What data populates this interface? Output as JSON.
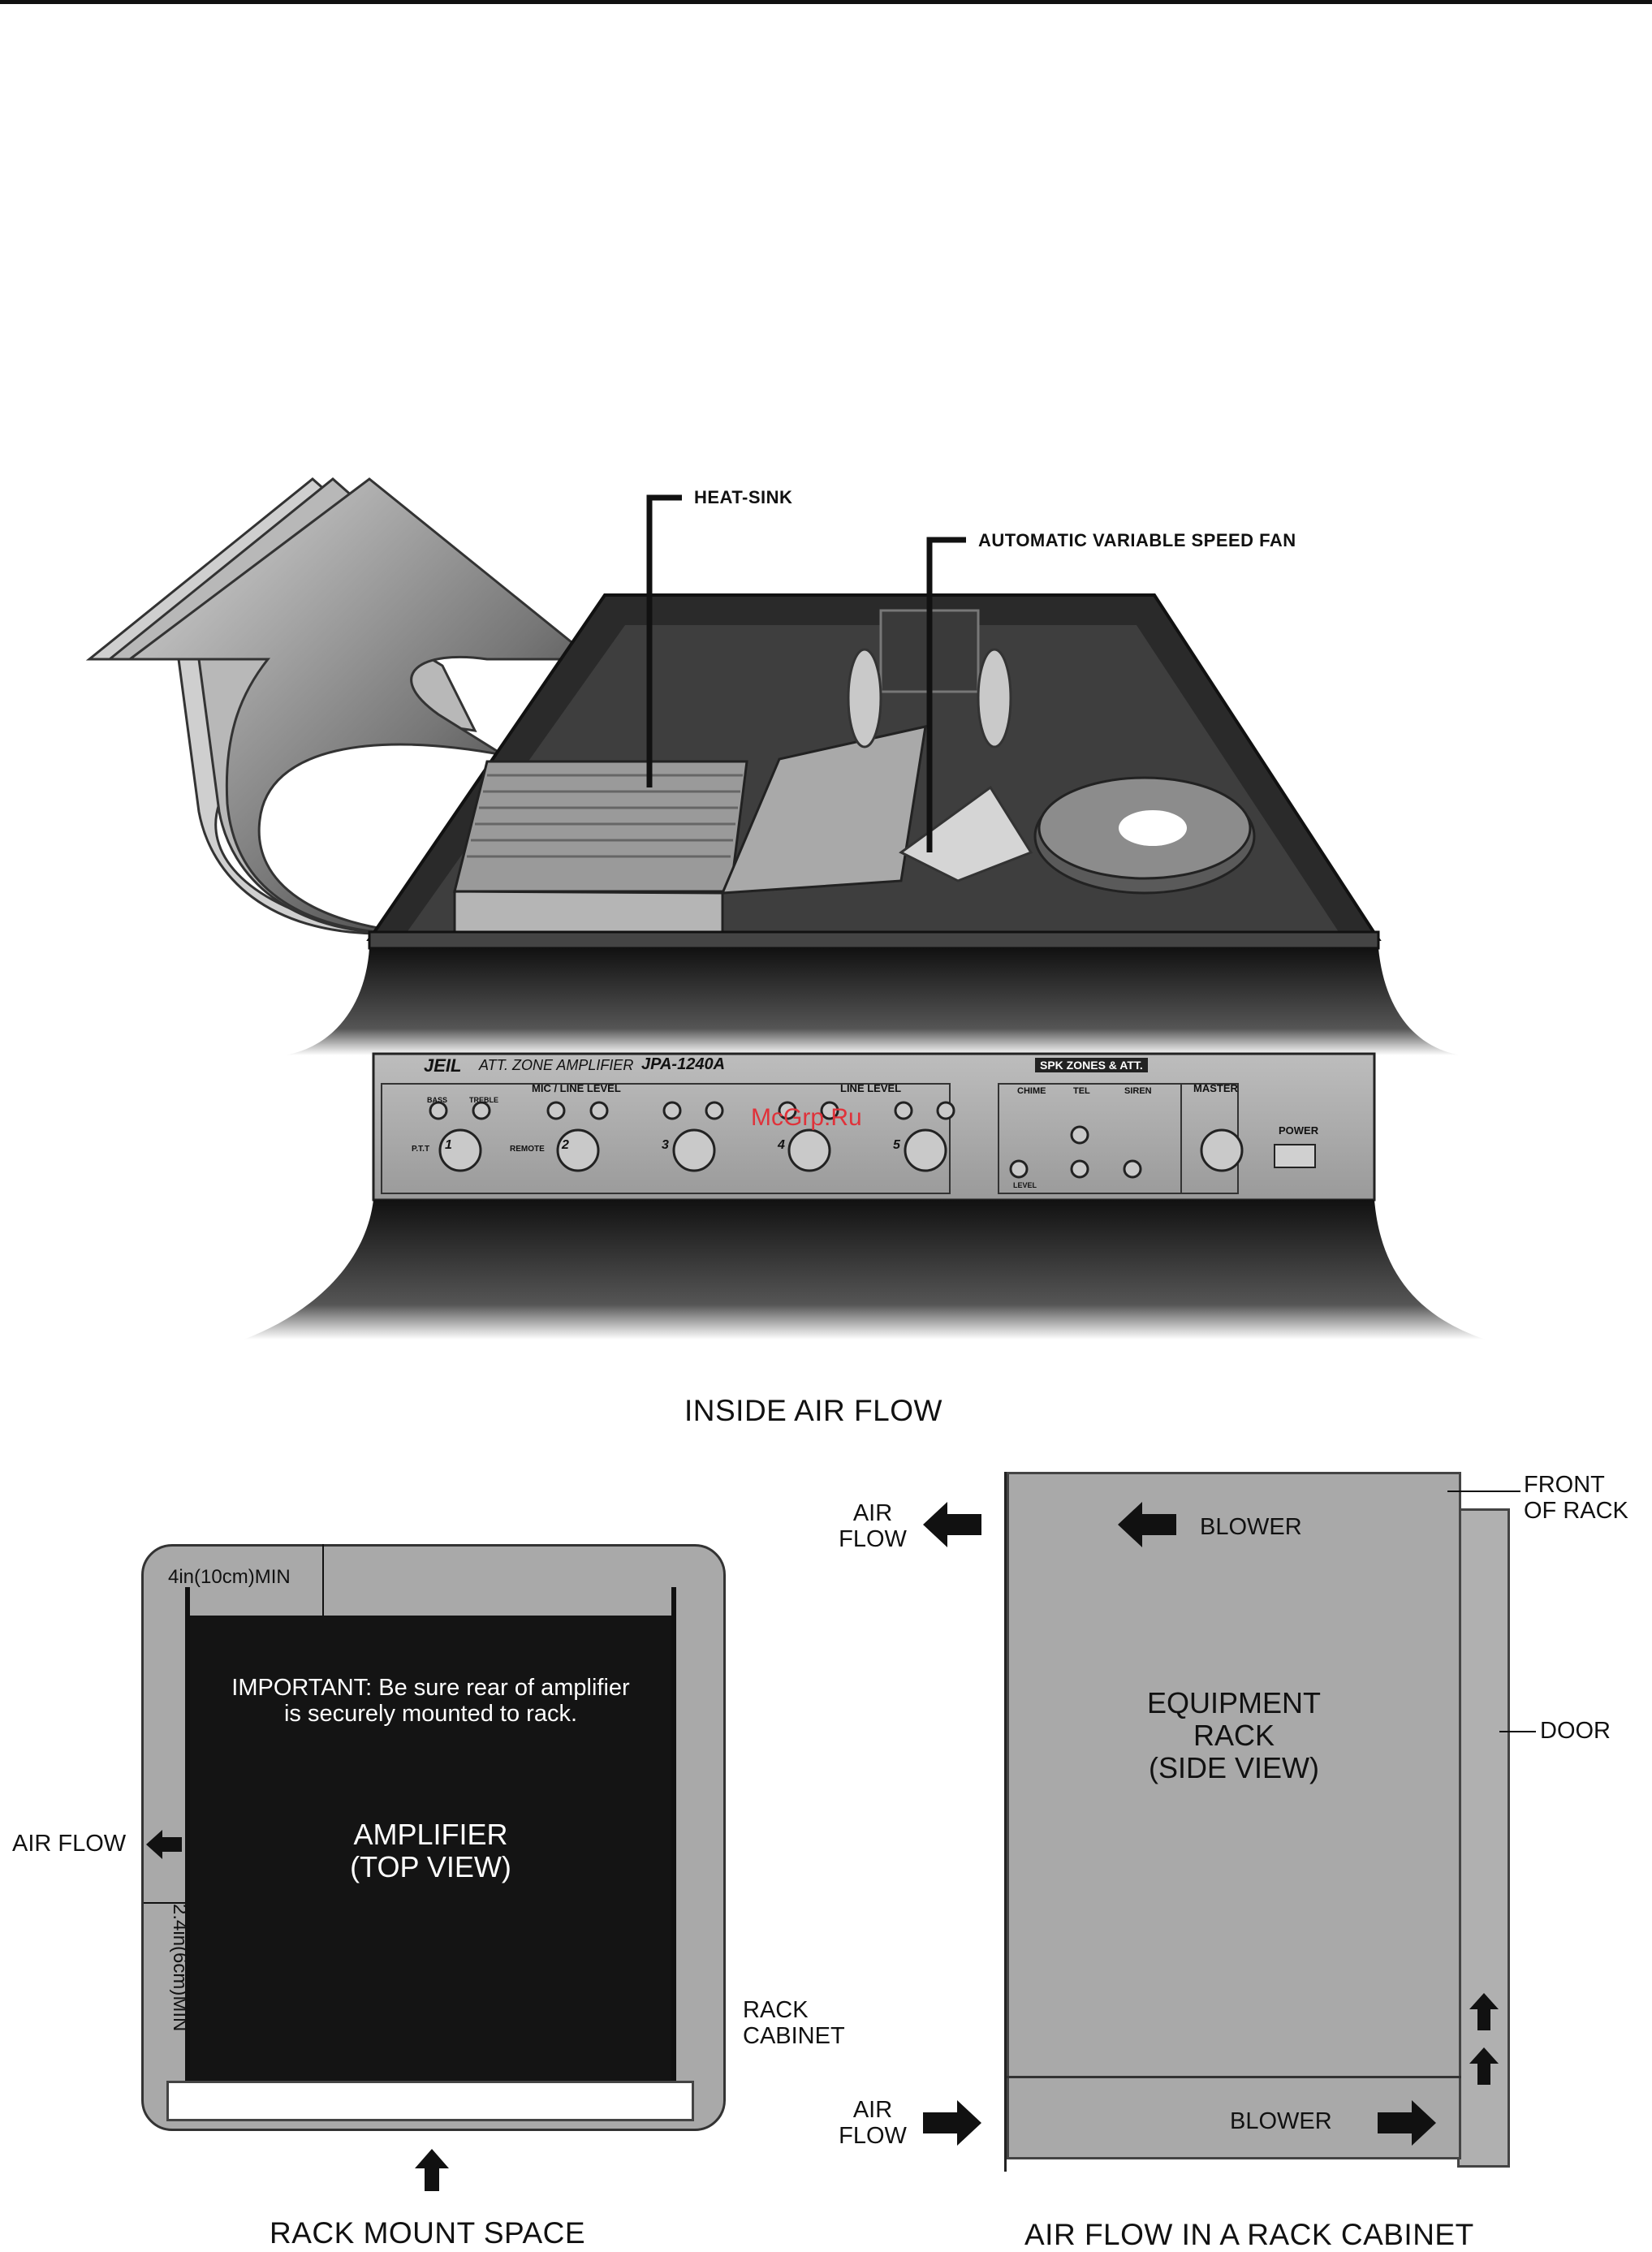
{
  "top_diagram": {
    "callouts": {
      "heat_sink": "HEAT-SINK",
      "fan": "AUTOMATIC VARIABLE SPEED FAN"
    },
    "caption": "INSIDE AIR FLOW",
    "front_panel": {
      "brand": "JEIL",
      "model_line": "ATT. ZONE AMPLIFIER",
      "model": "JPA-1240A",
      "section_mic": "MIC / LINE LEVEL",
      "section_line": "LINE LEVEL",
      "spk_label": "SPK ZONES & ATT.",
      "bass": "BASS",
      "treble": "TREBLE",
      "ptt": "P.T.T",
      "remote": "REMOTE",
      "chime": "CHIME",
      "tel": "TEL",
      "siren": "SIREN",
      "master": "MASTER",
      "power": "POWER",
      "level": "LEVEL",
      "channels": [
        "1",
        "2",
        "3",
        "4",
        "5"
      ]
    },
    "watermark": "McGrp.Ru"
  },
  "rack_mount": {
    "top_clearance": "4in(10cm)MIN",
    "important": [
      "IMPORTANT: Be sure rear of amplifier",
      "is securely mounted to rack."
    ],
    "amplifier": [
      "AMPLIFIER",
      "(TOP VIEW)"
    ],
    "air_flow": "AIR FLOW",
    "side_clearance": "2.4in(6cm)MIN",
    "rack_cabinet": [
      "RACK",
      "CABINET"
    ],
    "caption": "RACK MOUNT SPACE"
  },
  "rack_cabinet": {
    "air_flow_top": [
      "AIR",
      "FLOW"
    ],
    "blower_top": "BLOWER",
    "front_of_rack": [
      "FRONT",
      "OF RACK"
    ],
    "equipment_rack": [
      "EQUIPMENT",
      "RACK",
      "(SIDE VIEW)"
    ],
    "door": "DOOR",
    "air_flow_bottom": [
      "AIR",
      "FLOW"
    ],
    "blower_bottom": "BLOWER",
    "caption": "AIR FLOW IN A RACK CABINET"
  }
}
